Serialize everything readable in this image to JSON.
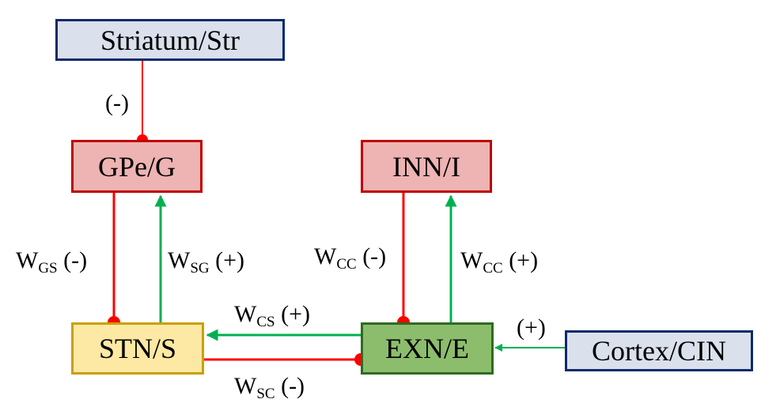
{
  "nodes": {
    "striatum": "Striatum/Str",
    "gpe": "GPe/G",
    "inn": "INN/I",
    "stn": "STN/S",
    "exn": "EXN/E",
    "cortex": "Cortex/CIN"
  },
  "edges": {
    "str_gpe": {
      "sign": "(-)"
    },
    "gpe_stn": {
      "w": "W",
      "sub": "GS",
      "sign": " (-)"
    },
    "stn_gpe": {
      "w": "W",
      "sub": "SG",
      "sign": " (+)"
    },
    "inn_exn": {
      "w": "W",
      "sub": "CC",
      "sign": " (-)"
    },
    "exn_inn": {
      "w": "W",
      "sub": "CC",
      "sign": " (+)"
    },
    "exn_stn": {
      "w": "W",
      "sub": "CS",
      "sign": " (+)"
    },
    "stn_exn": {
      "w": "W",
      "sub": "SC",
      "sign": " (-)"
    },
    "cortex_exn": {
      "sign": "(+)"
    }
  },
  "colors": {
    "inhibitory": "#ff0000",
    "excitatory": "#00b050"
  }
}
